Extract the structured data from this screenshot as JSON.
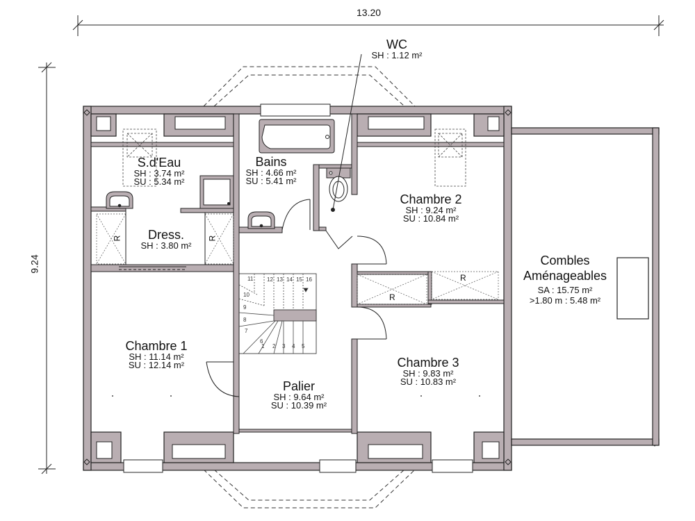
{
  "dimensions": {
    "width": "13.20",
    "height": "9.24"
  },
  "rooms": {
    "s_deau": {
      "name": "S.d'Eau",
      "sh": "SH : 3.74 m²",
      "su": "SU : 5.34 m²"
    },
    "bains": {
      "name": "Bains",
      "sh": "SH : 4.66 m²",
      "su": "SU : 5.41 m²"
    },
    "wc": {
      "name": "WC",
      "sh": "SH : 1.12 m²"
    },
    "chambre2": {
      "name": "Chambre 2",
      "sh": "SH : 9.24 m²",
      "su": "SU : 10.84 m²"
    },
    "dress": {
      "name": "Dress.",
      "sh": "SH : 3.80 m²"
    },
    "chambre1": {
      "name": "Chambre 1",
      "sh": "SH : 11.14 m²",
      "su": "SU : 12.14 m²"
    },
    "palier": {
      "name": "Palier",
      "sh": "SH : 9.64 m²",
      "su": "SU : 10.39 m²"
    },
    "chambre3": {
      "name": "Chambre 3",
      "sh": "SH : 9.83 m²",
      "su": "SU : 10.83 m²"
    },
    "combles": {
      "name1": "Combles",
      "name2": "Aménageables",
      "sa": "SA : 15.75 m²",
      "high": ">1.80 m : 5.48 m²"
    }
  },
  "closet_mark": "R",
  "stair_steps": [
    "1",
    "2",
    "3",
    "4",
    "5",
    "6",
    "7",
    "8",
    "9",
    "10",
    "11",
    "12",
    "13",
    "14",
    "15",
    "16"
  ]
}
